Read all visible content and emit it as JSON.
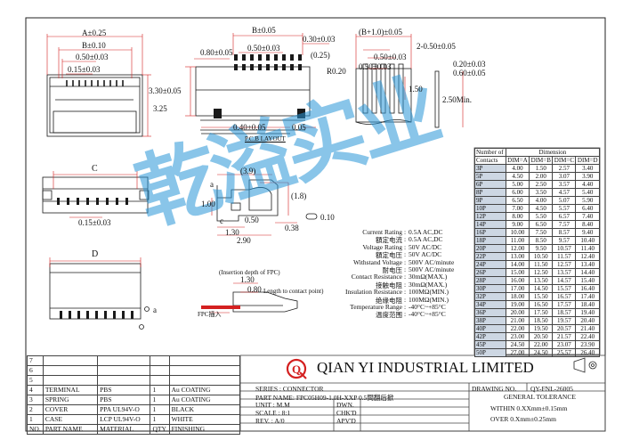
{
  "dims": {
    "a_pm": "A±0.25",
    "b_010": "B±0.10",
    "d050": "0.50±0.03",
    "d015": "0.15±0.03",
    "d325": "3.25",
    "top_b": "B±0.05",
    "d080": "0.80±0.05",
    "d030": "0.30±0.03",
    "d025": "(0.25)",
    "d330": "3.30±0.05",
    "d040": "0.40±0.05",
    "d005": "0.05",
    "pcb_label": "P.C.B LAYOUT",
    "b10": "(B+1.0)±0.05",
    "d2050": "2-0.50±0.05",
    "r020": "R0.20",
    "d020b": "0.20±0.03",
    "d050r": "0.50±0.03",
    "d060": "0.60±0.05",
    "d150": "1.50",
    "d250": "2.50Min.",
    "c_lbl": "C",
    "d015b": "0.15±0.03",
    "d_lbl": "D",
    "a_lbl": "a",
    "d39": "(3.9)",
    "d18": "(1.8)",
    "d100": "1.00",
    "d050c": "0.50",
    "d130": "1.30",
    "d290": "2.90",
    "d038": "0.38",
    "d010": "0.10",
    "ins_note": "(Insertion depth of FPC)",
    "len_note": "Length to contact point)",
    "ins130": "1.30",
    "ins080": "0.80",
    "fpc_lbl": "FPC插入",
    "c_mark": "c"
  },
  "watermark": [
    "乾",
    "溢",
    "实",
    "业"
  ],
  "specs": [
    {
      "k": "Current Rating",
      "v": "0.5A AC,DC"
    },
    {
      "k": "額定电流",
      "v": "0.5A AC,DC"
    },
    {
      "k": "Voltage Rating",
      "v": "50V AC/DC"
    },
    {
      "k": "額定电压",
      "v": "50V AC/DC"
    },
    {
      "k": "Withstand Voltage",
      "v": "500V AC/minute"
    },
    {
      "k": "耐电压",
      "v": "500V AC/minute"
    },
    {
      "k": "Contact Resistance",
      "v": "30mΩ(MAX.)"
    },
    {
      "k": "接触电阻",
      "v": "30mΩ(MAX.)"
    },
    {
      "k": "Insulation Resistance",
      "v": "100MΩ(MIN.)"
    },
    {
      "k": "绝缘电阻",
      "v": "100MΩ(MIN.)"
    },
    {
      "k": "Temperature Range",
      "v": "-40°C~+85°C"
    },
    {
      "k": "温度范围",
      "v": "-40°C~+85°C"
    }
  ],
  "dim_table": {
    "h1": "Number of",
    "h2": "Contacts",
    "group": "Dimension",
    "cols": [
      "DIM=A",
      "DIM=B",
      "DIM=C",
      "DIM=D"
    ],
    "rows": [
      [
        "3P",
        "4.00",
        "1.50",
        "2.57",
        "3.40"
      ],
      [
        "5P",
        "4.50",
        "2.00",
        "3.07",
        "3.90"
      ],
      [
        "6P",
        "5.00",
        "2.50",
        "3.57",
        "4.40"
      ],
      [
        "8P",
        "6.00",
        "3.50",
        "4.57",
        "5.40"
      ],
      [
        "9P",
        "6.50",
        "4.00",
        "5.07",
        "5.90"
      ],
      [
        "10P",
        "7.00",
        "4.50",
        "5.57",
        "6.40"
      ],
      [
        "12P",
        "8.00",
        "5.50",
        "6.57",
        "7.40"
      ],
      [
        "14P",
        "9.00",
        "6.50",
        "7.57",
        "8.40"
      ],
      [
        "16P",
        "10.00",
        "7.50",
        "8.57",
        "9.40"
      ],
      [
        "18P",
        "11.00",
        "8.50",
        "9.57",
        "10.40"
      ],
      [
        "20P",
        "12.00",
        "9.50",
        "10.57",
        "11.40"
      ],
      [
        "22P",
        "13.00",
        "10.50",
        "11.57",
        "12.40"
      ],
      [
        "24P",
        "14.00",
        "11.50",
        "12.57",
        "13.40"
      ],
      [
        "26P",
        "15.00",
        "12.50",
        "13.57",
        "14.40"
      ],
      [
        "28P",
        "16.00",
        "13.50",
        "14.57",
        "15.40"
      ],
      [
        "30P",
        "17.00",
        "14.50",
        "15.57",
        "16.40"
      ],
      [
        "32P",
        "18.00",
        "15.50",
        "16.57",
        "17.40"
      ],
      [
        "34P",
        "19.00",
        "16.50",
        "17.57",
        "18.40"
      ],
      [
        "36P",
        "20.00",
        "17.50",
        "18.57",
        "19.40"
      ],
      [
        "38P",
        "21.00",
        "18.50",
        "19.57",
        "20.40"
      ],
      [
        "40P",
        "22.00",
        "19.50",
        "20.57",
        "21.40"
      ],
      [
        "42P",
        "23.00",
        "20.50",
        "21.57",
        "22.40"
      ],
      [
        "45P",
        "24.50",
        "22.00",
        "23.07",
        "23.90"
      ],
      [
        "50P",
        "27.00",
        "24.50",
        "25.57",
        "26.40"
      ]
    ]
  },
  "bom": {
    "empty_rows": [
      "7",
      "6",
      "5"
    ],
    "rows": [
      [
        "4",
        "TERMINAL",
        "PBS",
        "1",
        "Au COATING"
      ],
      [
        "3",
        "SPRING",
        "PBS",
        "1",
        "Au COATING"
      ],
      [
        "2",
        "COVER",
        "PPA UL94V-O",
        "1",
        "BLACK"
      ],
      [
        "1",
        "CASE",
        "LCP UL94V-O",
        "1",
        "WHITE"
      ]
    ],
    "header": [
      "NO.",
      "PART NAME",
      "MATERIAL",
      "QTY",
      "FINISHING"
    ]
  },
  "titleblock": {
    "company": "QIAN YI INDUSTRIAL LIMITED",
    "logo_letter": "Q",
    "drawing_no_label": "DRAWING NO.",
    "drawing_no": "QY-FNL-26005",
    "series": "SERIES : CONNECTOR",
    "part_name": "PART NAME: FPC05H09-1.0H-XXP  0.5間翻后掀",
    "unit": "UNIT : M.M",
    "scale": "SCALE : 8:1",
    "rev": "REV. : A/0",
    "dwn": "DWN.",
    "chkd": "CHK'D",
    "apvd": "APV'D",
    "tol_title": "GENERAL TOLERANCE",
    "tol1": "WITHIN 0.XXmm±0.15mm",
    "tol2": "OVER   0.Xmm±0.25mm"
  },
  "colors": {
    "line": "#1a1a1a",
    "dim_red": "#d42020",
    "watermark": "#2896d7",
    "table_shade": "#cdd7e3"
  }
}
